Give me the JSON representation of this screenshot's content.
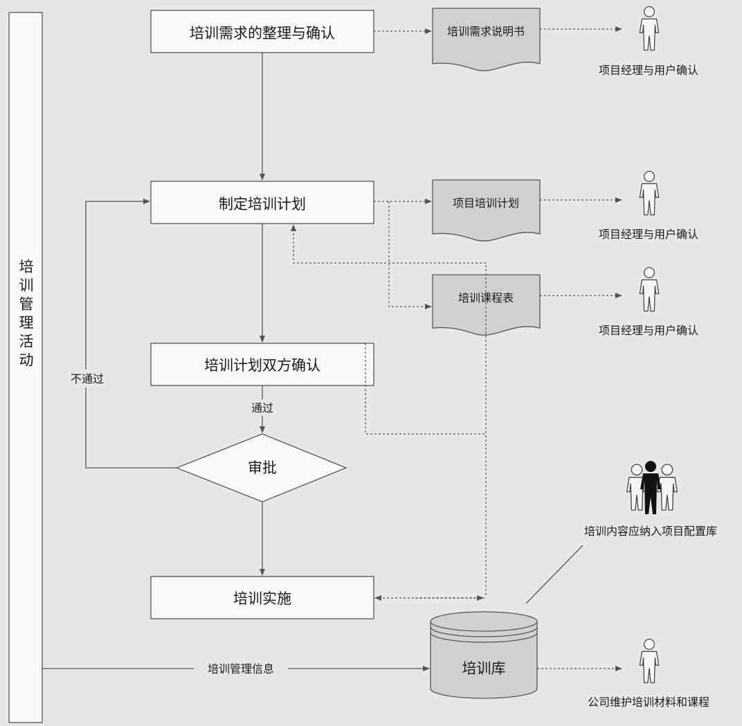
{
  "lane": {
    "label": "培训管理活动"
  },
  "process": {
    "requirements": "培训需求的整理与确认",
    "plan": "制定培训计划",
    "confirm": "培训计划双方确认",
    "approve": "审批",
    "implement": "培训实施"
  },
  "documents": {
    "requirements_spec": "培训需求说明书",
    "project_plan": "项目培训计划",
    "schedule": "培训课程表"
  },
  "database": {
    "label": "培训库"
  },
  "actors": {
    "pm_user_1": "项目经理与用户确认",
    "pm_user_2": "项目经理与用户确认",
    "pm_user_3": "项目经理与用户确认",
    "config_group": "培训内容应纳入项目配置库",
    "company": "公司维护培训材料和课程"
  },
  "edges": {
    "fail": "不通过",
    "pass": "通过",
    "mgmt_info": "培训管理信息"
  }
}
